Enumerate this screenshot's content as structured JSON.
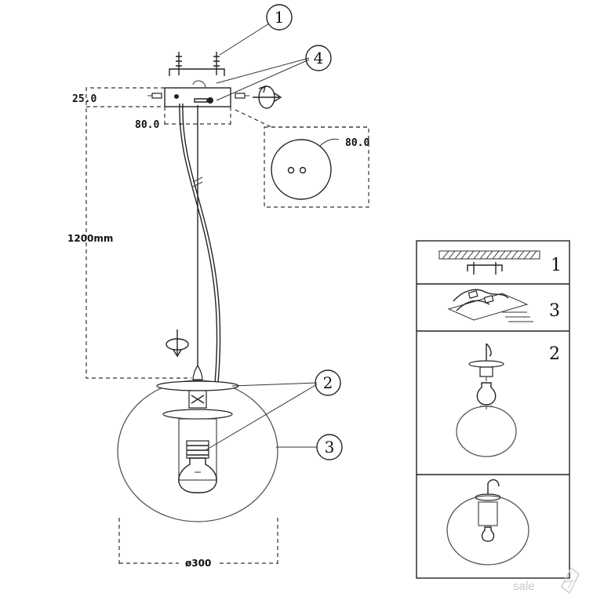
{
  "callouts": {
    "c1": "1",
    "c2": "2",
    "c3": "3",
    "c4": "4"
  },
  "dimensions": {
    "canopy_height": "25.0",
    "canopy_width": "80.0",
    "canopy_diameter": "80.0",
    "cable_length": "1200mm",
    "shade_diameter": "ø300"
  },
  "steps": {
    "s1": "1",
    "s2": "3",
    "s3": "2"
  },
  "watermark": "sale"
}
